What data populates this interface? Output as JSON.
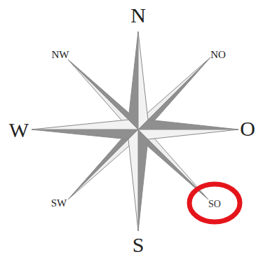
{
  "diagram": {
    "nodes": [
      {
        "text": [
          "SO"
        ]
      }
    ],
    "labels": [
      "N",
      "NW",
      "NO",
      "W",
      "O",
      "SW",
      "S"
    ]
  }
}
